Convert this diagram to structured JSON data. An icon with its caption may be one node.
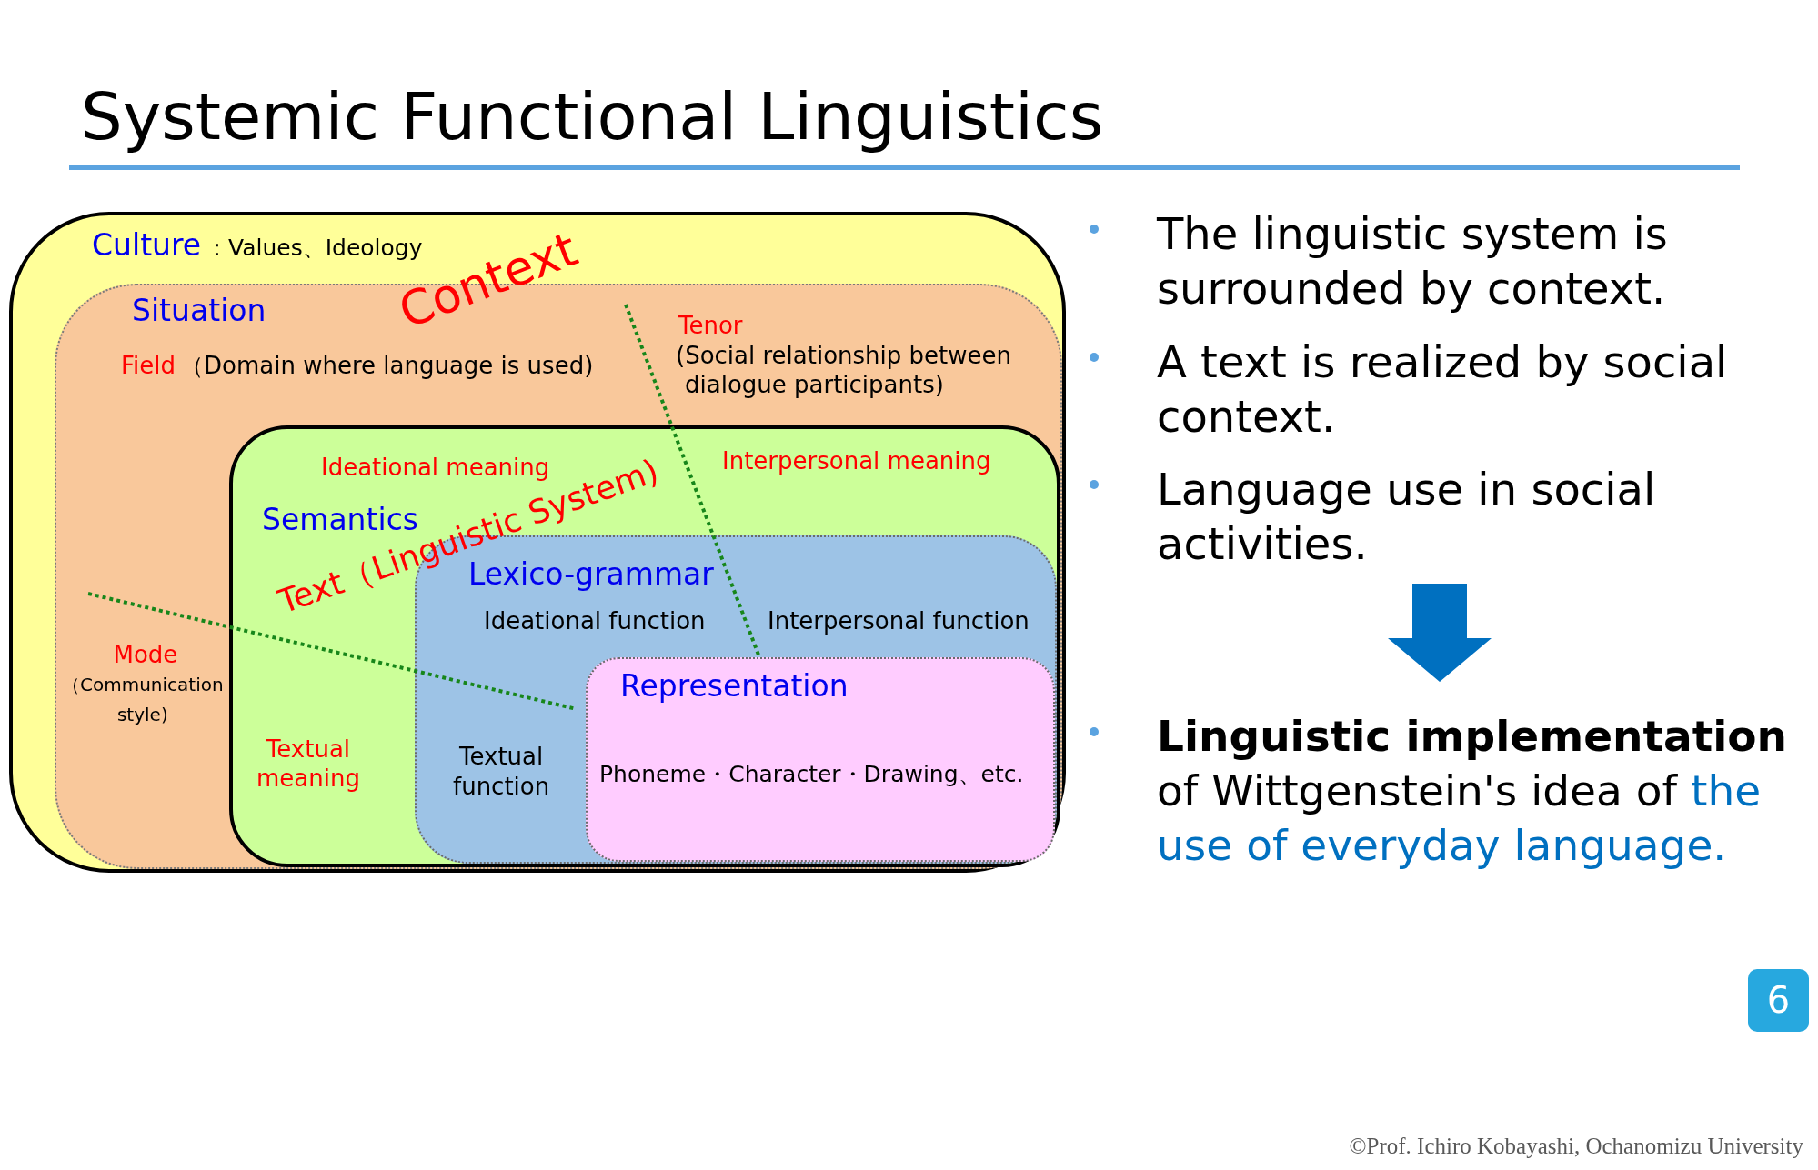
{
  "diagram": {
    "title": "Systemic Functional Linguistics",
    "nodes": [
      {
        "text": [
          "Culture",
          "：Values、Ideology"
        ]
      },
      {
        "text": [
          "Situation",
          "Field",
          "（Domain where language is used)",
          "Tenor",
          "(Social relationship between dialogue participants)",
          "Mode",
          "（Communication style)"
        ],
        "in": 0
      },
      {
        "text": [
          "Ideational meaning",
          "Interpersonal meaning",
          "Semantics",
          "Textual meaning"
        ],
        "in": 1
      },
      {
        "text": [
          "Lexico-grammar",
          "Ideational function",
          "Interpersonal function",
          "Textual function"
        ],
        "in": 2
      },
      {
        "text": [
          "Representation",
          "Phoneme・Character・Drawing、etc."
        ],
        "in": 3
      },
      {
        "text": [
          "The linguistic system is surrounded by context."
        ]
      },
      {
        "text": [
          "A text is realized by social context."
        ]
      },
      {
        "text": [
          "Language use in social activities."
        ]
      },
      {
        "text": [
          "**Linguistic implementation** of Wittgenstein's idea of",
          "the use of everyday language."
        ]
      }
    ],
    "edges": [
      {
        "from": 7,
        "to": 8,
        "arrow": "to",
        "style": "thick"
      }
    ],
    "labels": [
      "Context",
      "Text（Linguistic System)",
      "6",
      "©Prof. Ichiro Kobayashi, Ochanomizu University"
    ]
  }
}
